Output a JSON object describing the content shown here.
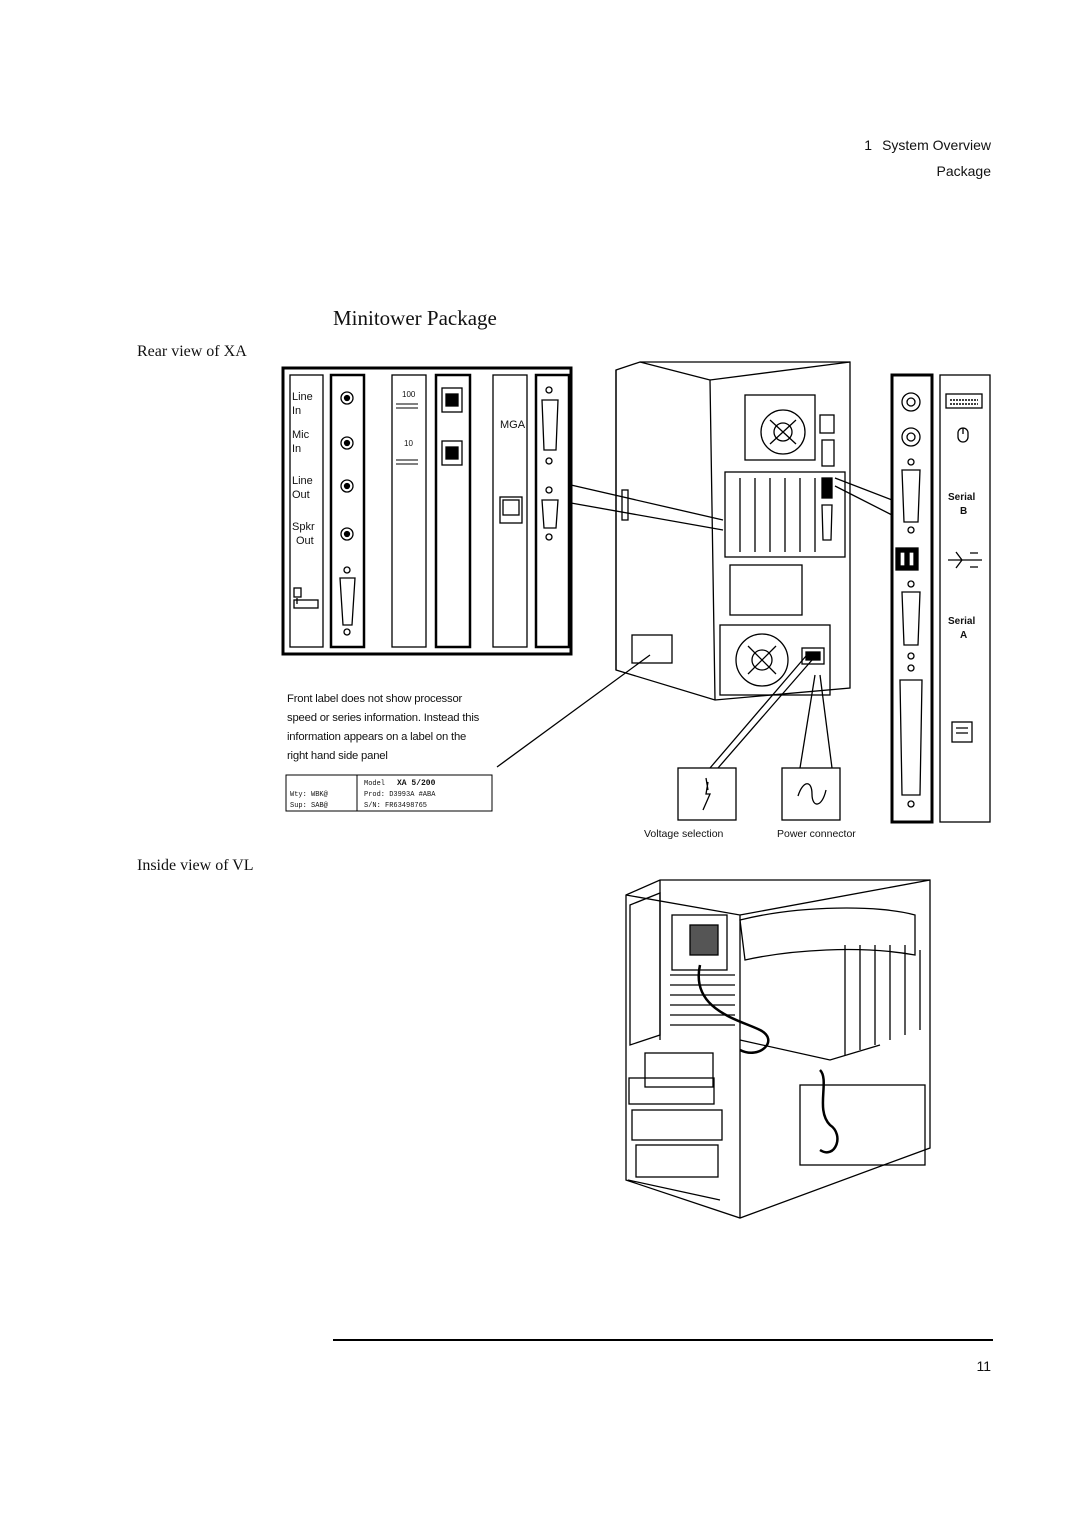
{
  "header": {
    "chapter_number": "1",
    "chapter_title": "System Overview",
    "section": "Package"
  },
  "title": "Minitower Package",
  "rear_view_heading": "Rear view of XA",
  "inside_view_heading": "Inside view of VL",
  "audio_card": {
    "line_in": "Line\nIn",
    "mic_in": "Mic\nIn",
    "line_out": "Line\nOut",
    "spkr_out": "Spkr\nOut"
  },
  "lan_card": {
    "speed_100": "100",
    "speed_10": "10"
  },
  "video_card": {
    "label": "MGA"
  },
  "serial_b": "Serial\nB",
  "serial_a": "Serial\nA",
  "note": "Front label does not show processor speed or series information. Instead this information appears on a label on the right hand side panel",
  "product_label": {
    "model_key": "Model",
    "model_value": "XA 5/200",
    "wty": "Wty: WBK@",
    "prod": "Prod: D3993A #ABA",
    "sup": "Sup: SAB@",
    "sn": "S/N:  FR63498765"
  },
  "captions": {
    "voltage_selection": "Voltage selection",
    "power_connector": "Power connector"
  },
  "page_number": "11"
}
